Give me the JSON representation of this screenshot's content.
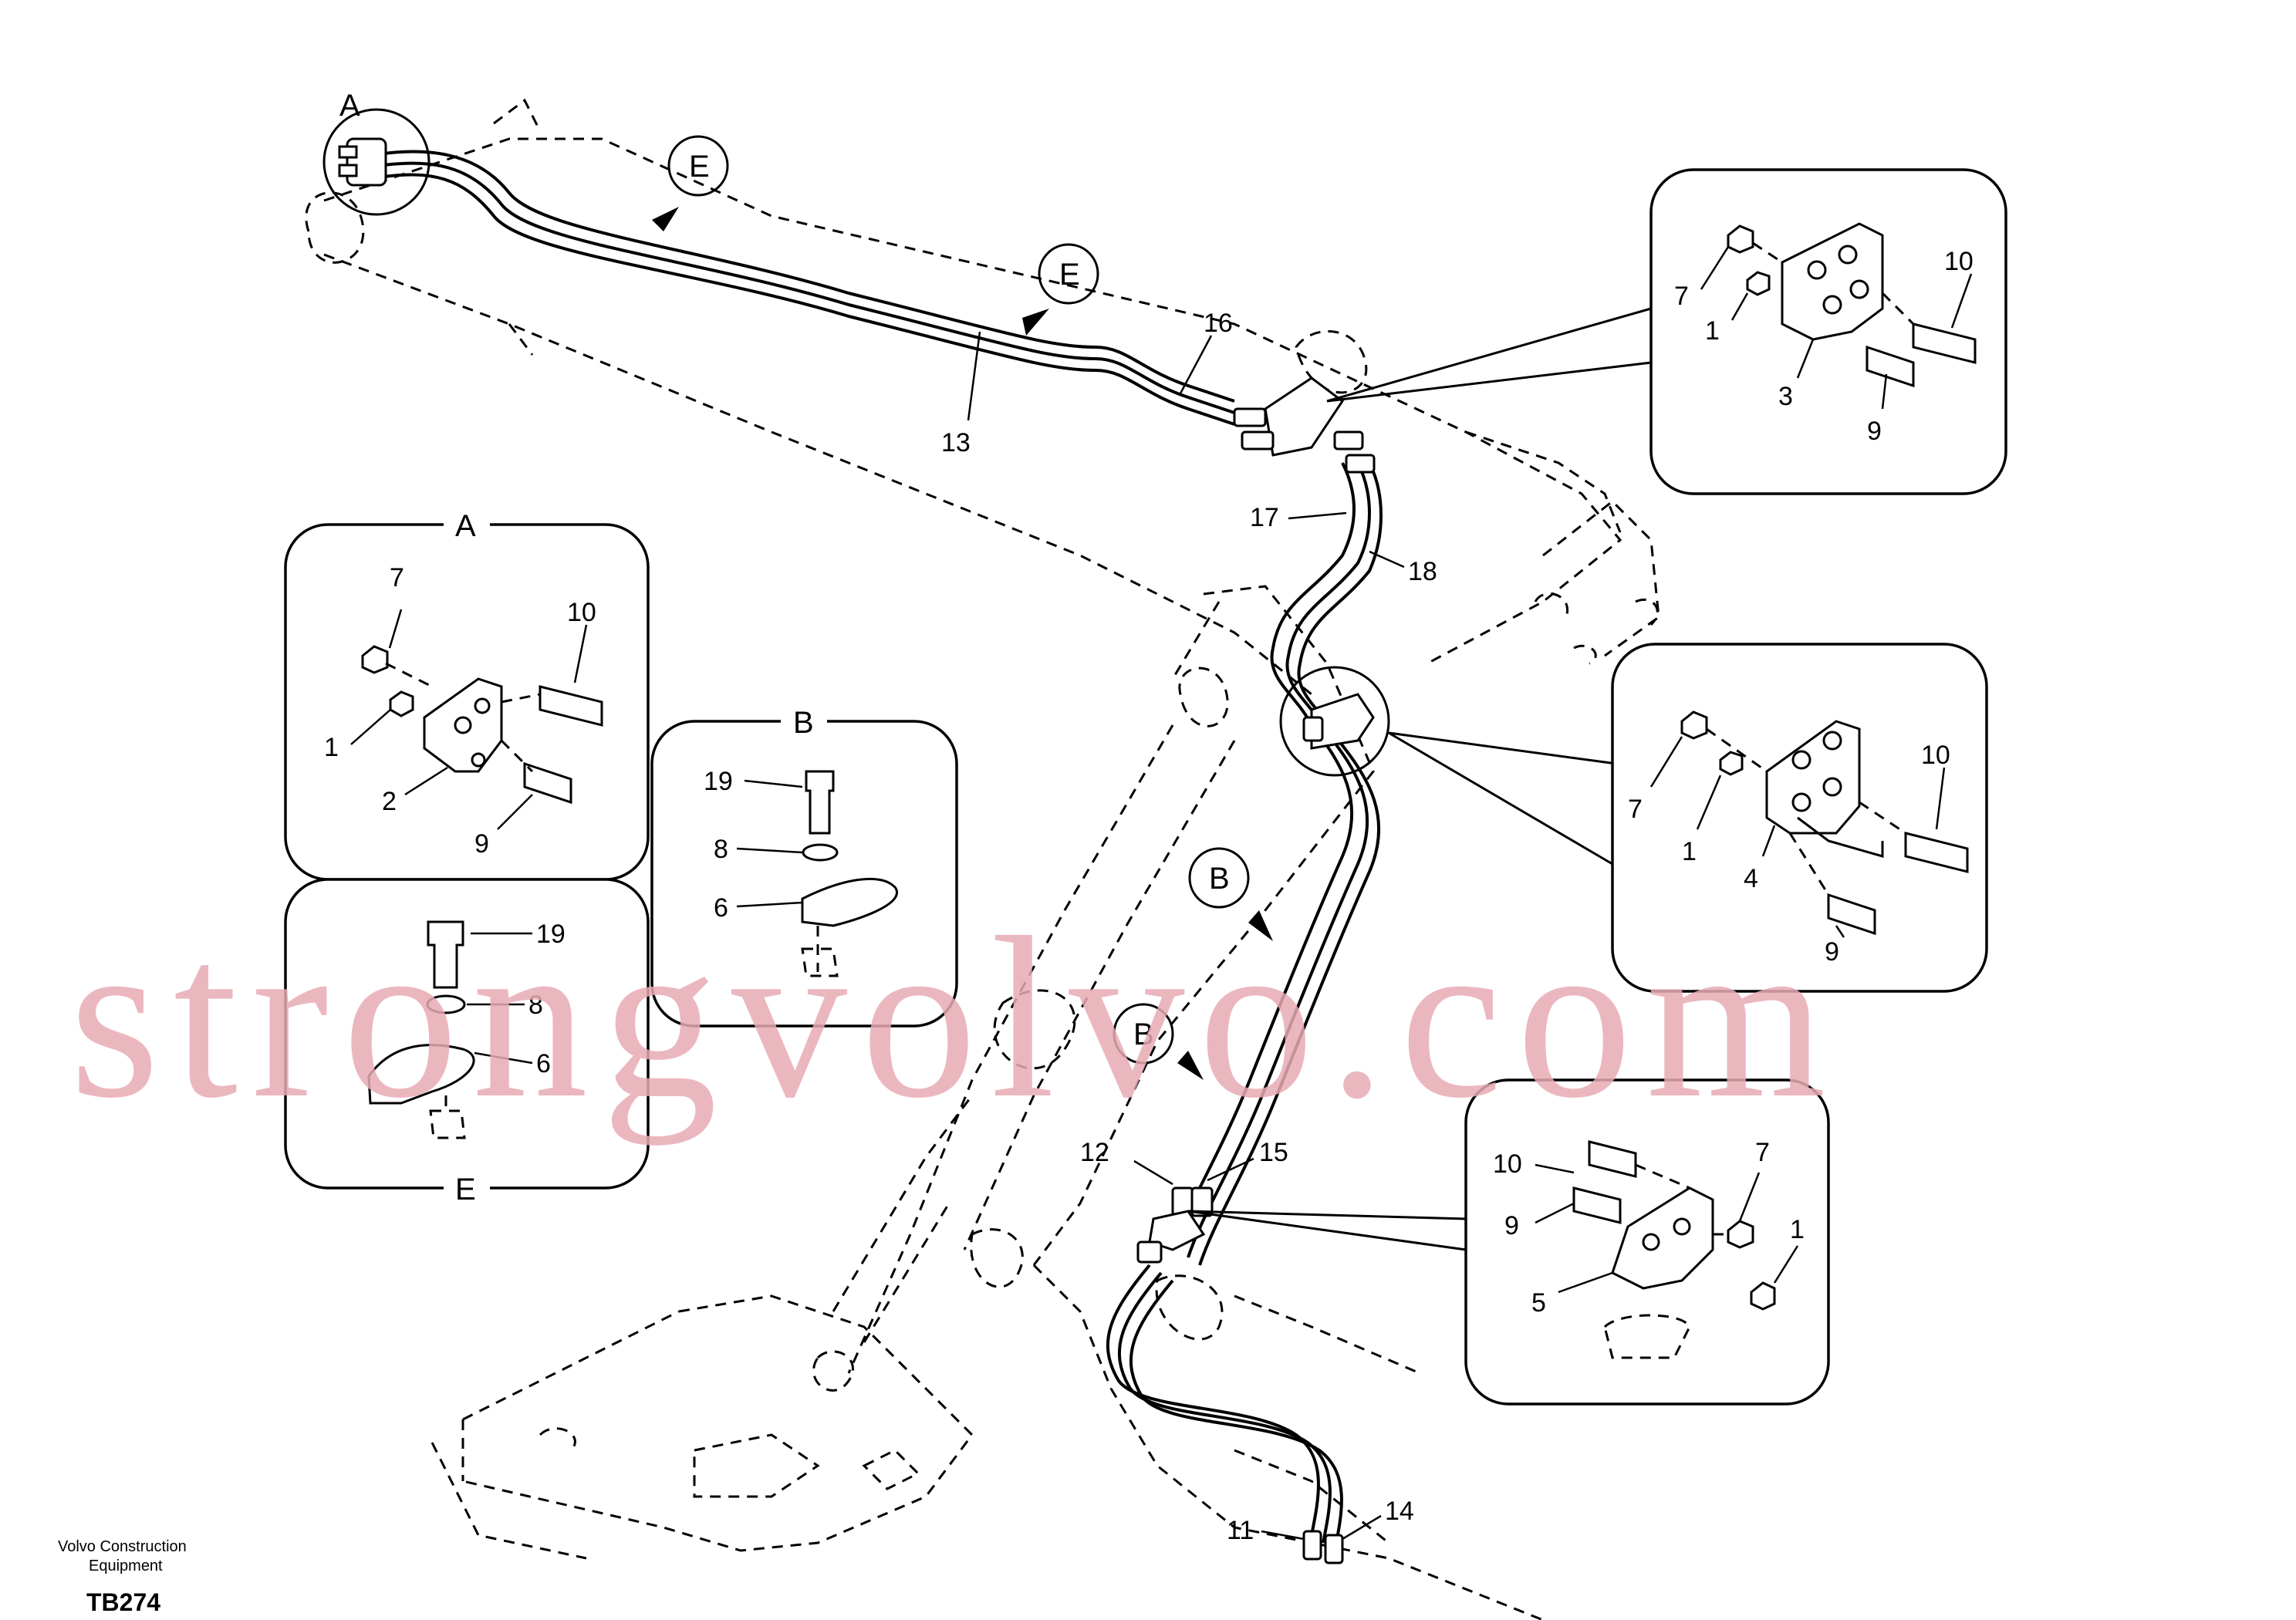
{
  "diagram": {
    "footer": {
      "brand_line1": "Volvo Construction",
      "brand_line2": "Equipment",
      "code": "TB274"
    },
    "watermark": "strongvolvo.com",
    "callouts": {
      "A": "A",
      "E1": "E",
      "E2": "E",
      "B1": "B",
      "B2": "B"
    },
    "main_labels": {
      "n16": "16",
      "n13": "13",
      "n17": "17",
      "n18": "18",
      "n12": "12",
      "n15": "15",
      "n11": "11",
      "n14": "14"
    },
    "detail_A": {
      "header": "A",
      "n7": "7",
      "n10": "10",
      "n1": "1",
      "n2": "2",
      "n9": "9"
    },
    "detail_B": {
      "header": "B",
      "n19": "19",
      "n8": "8",
      "n6": "6"
    },
    "detail_E": {
      "header": "E",
      "n19": "19",
      "n8": "8",
      "n6": "6"
    },
    "detail_top_right": {
      "n7": "7",
      "n10": "10",
      "n1": "1",
      "n3": "3",
      "n9": "9"
    },
    "detail_mid_right": {
      "n7": "7",
      "n10": "10",
      "n1": "1",
      "n4": "4",
      "n9": "9"
    },
    "detail_bottom_right": {
      "n10": "10",
      "n7": "7",
      "n9": "9",
      "n1": "1",
      "n5": "5"
    }
  }
}
